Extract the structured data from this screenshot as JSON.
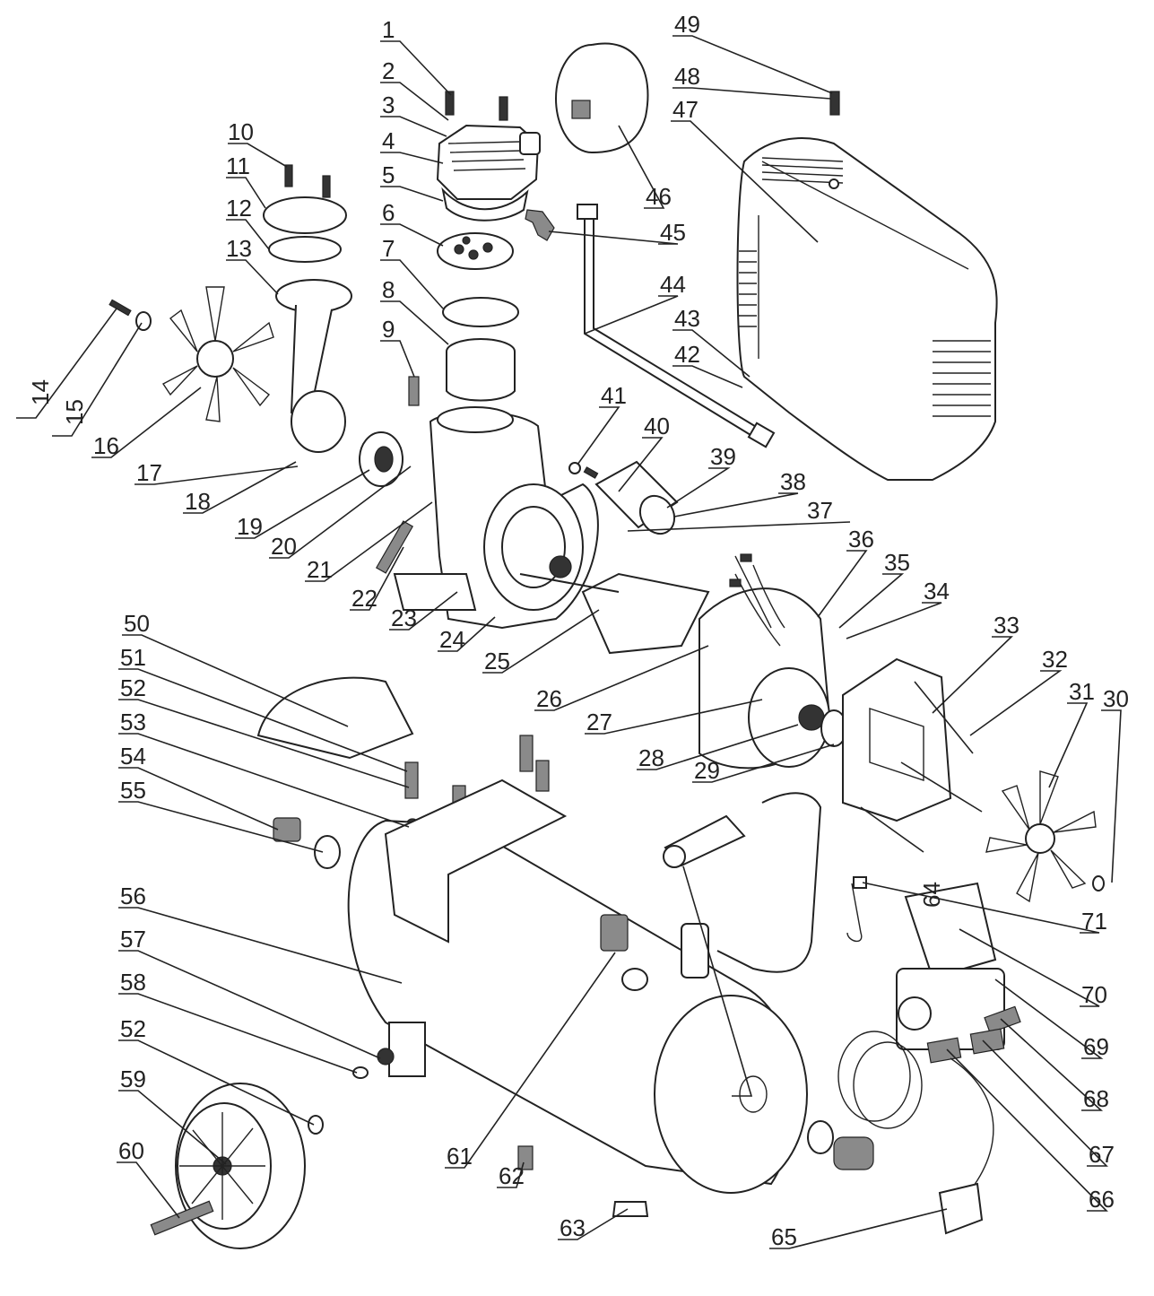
{
  "diagram": {
    "callouts": [
      {
        "num": "1"
      },
      {
        "num": "2"
      },
      {
        "num": "3"
      },
      {
        "num": "4"
      },
      {
        "num": "5"
      },
      {
        "num": "6"
      },
      {
        "num": "7"
      },
      {
        "num": "8"
      },
      {
        "num": "9"
      },
      {
        "num": "10"
      },
      {
        "num": "11"
      },
      {
        "num": "12"
      },
      {
        "num": "13"
      },
      {
        "num": "14"
      },
      {
        "num": "15"
      },
      {
        "num": "16"
      },
      {
        "num": "17"
      },
      {
        "num": "18"
      },
      {
        "num": "19"
      },
      {
        "num": "20"
      },
      {
        "num": "21"
      },
      {
        "num": "22"
      },
      {
        "num": "23"
      },
      {
        "num": "24"
      },
      {
        "num": "25"
      },
      {
        "num": "26"
      },
      {
        "num": "27"
      },
      {
        "num": "28"
      },
      {
        "num": "29"
      },
      {
        "num": "30"
      },
      {
        "num": "31"
      },
      {
        "num": "32"
      },
      {
        "num": "33"
      },
      {
        "num": "34"
      },
      {
        "num": "35"
      },
      {
        "num": "36"
      },
      {
        "num": "37"
      },
      {
        "num": "38"
      },
      {
        "num": "39"
      },
      {
        "num": "40"
      },
      {
        "num": "41"
      },
      {
        "num": "42"
      },
      {
        "num": "43"
      },
      {
        "num": "44"
      },
      {
        "num": "45"
      },
      {
        "num": "46"
      },
      {
        "num": "47"
      },
      {
        "num": "48"
      },
      {
        "num": "49"
      },
      {
        "num": "50"
      },
      {
        "num": "51"
      },
      {
        "num": "52"
      },
      {
        "num": "53"
      },
      {
        "num": "54"
      },
      {
        "num": "55"
      },
      {
        "num": "56"
      },
      {
        "num": "57"
      },
      {
        "num": "58"
      },
      {
        "num": "52"
      },
      {
        "num": "59"
      },
      {
        "num": "60"
      },
      {
        "num": "61"
      },
      {
        "num": "62"
      },
      {
        "num": "63"
      },
      {
        "num": "64"
      },
      {
        "num": "65"
      },
      {
        "num": "66"
      },
      {
        "num": "67"
      },
      {
        "num": "68"
      },
      {
        "num": "69"
      },
      {
        "num": "70"
      },
      {
        "num": "71"
      }
    ]
  }
}
